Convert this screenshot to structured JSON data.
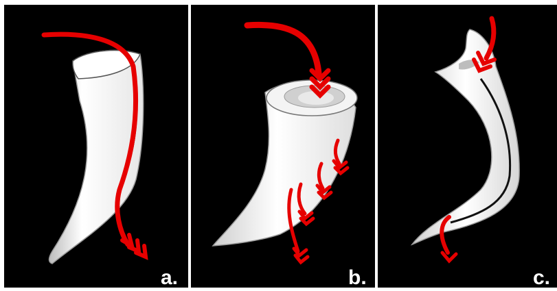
{
  "figure": {
    "panels": [
      {
        "label": "a."
      },
      {
        "label": "b."
      },
      {
        "label": "c."
      }
    ]
  },
  "colors": {
    "background": "#000000",
    "tooth": "#f2f2f2",
    "tooth_shadow": "#c8c8c8",
    "arrow": "#e60000",
    "label": "#ffffff"
  }
}
